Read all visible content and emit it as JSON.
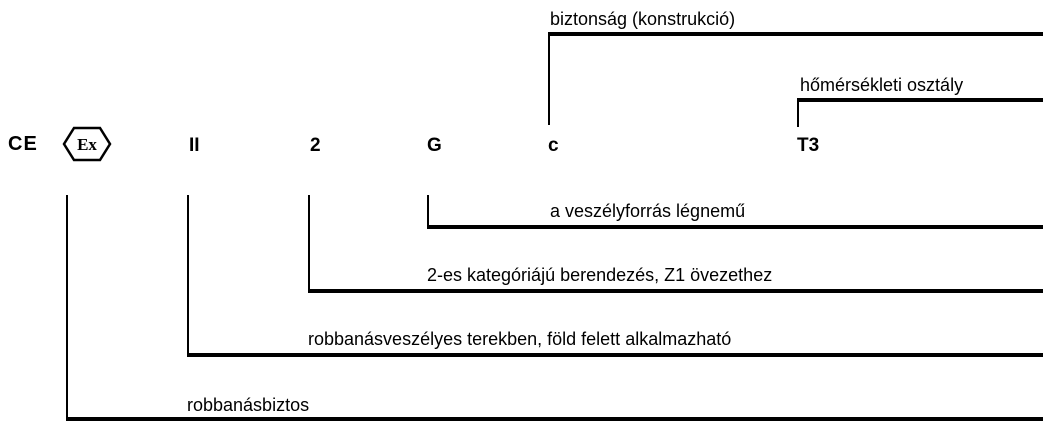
{
  "symbols": {
    "ce": "CE",
    "ex": "Ex"
  },
  "codes": {
    "group": "II",
    "category": "2",
    "atmosphere": "G",
    "protection": "c",
    "temp_class": "T3"
  },
  "labels": {
    "protection": "biztonság (konstrukció)",
    "temp_class": "hőmérsékleti osztály",
    "atmosphere": "a veszélyforrás légnemű",
    "category": "2-es kategóriájú berendezés, Z1 övezethez",
    "group": "robbanásveszélyes terekben, föld felett alkalmazható",
    "ex": "robbanásbiztos"
  }
}
